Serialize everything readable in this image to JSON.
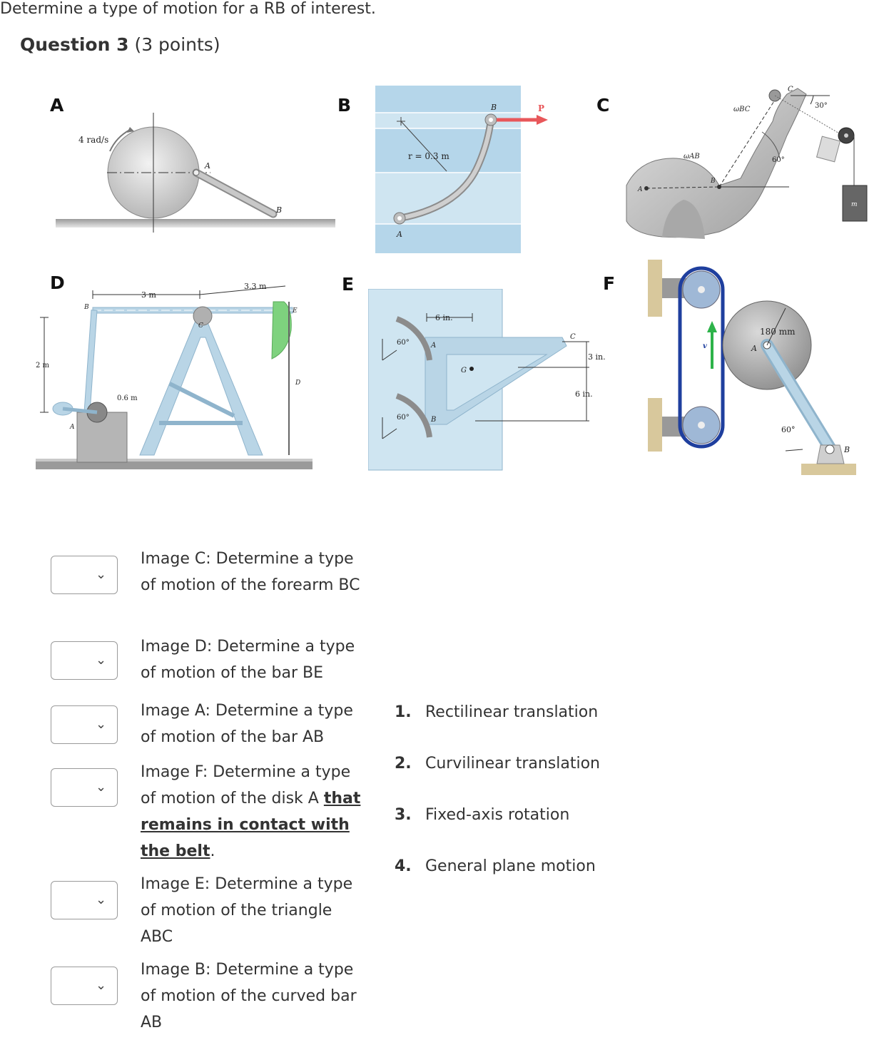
{
  "question": {
    "title": "Question 3",
    "points": "(3 points)",
    "prompt": "Determine a type of motion for a RB of interest."
  },
  "panels": {
    "a": {
      "letter": "A",
      "labels": {
        "omega": "4 rad/s",
        "pointA": "A",
        "pointB": "B"
      }
    },
    "b": {
      "letter": "B",
      "labels": {
        "radius": "r = 0.3 m",
        "pointB": "B",
        "force": "P",
        "pointA": "A"
      }
    },
    "c": {
      "letter": "C",
      "labels": {
        "omega_bc": "ωBC",
        "omega_ab": "ωAB",
        "angle30": "30°",
        "angle60": "60°",
        "pointC": "C",
        "pointB": "B",
        "pointA": "A",
        "mass": "m"
      }
    },
    "d": {
      "letter": "D",
      "labels": {
        "dim3m": "3 m",
        "dim33m": "3.3 m",
        "dim2m": "2 m",
        "dim06m": "0.6 m",
        "pointB": "B",
        "pointC": "C",
        "pointE": "E",
        "pointD": "D",
        "pointA": "A"
      }
    },
    "e": {
      "letter": "E",
      "labels": {
        "dim6in": "6 in.",
        "dim3in": "3 in.",
        "dim6in_v": "6 in.",
        "angleTop": "60°",
        "angleBottom": "60°",
        "pointA": "A",
        "pointB": "B",
        "pointC": "C",
        "pointG": "G"
      }
    },
    "f": {
      "letter": "F",
      "labels": {
        "radius": "180 mm",
        "pointA": "A",
        "pointB": "B",
        "angle": "60°",
        "velocity": "v"
      }
    }
  },
  "matching": {
    "items": [
      {
        "text_before": "Image C: Determine a type of motion of the forearm BC",
        "emphasis": "",
        "text_after": ""
      },
      {
        "text_before": "Image D: Determine a type of motion of the bar BE",
        "emphasis": "",
        "text_after": ""
      },
      {
        "text_before": "Image A: Determine a type of motion of the bar AB",
        "emphasis": "",
        "text_after": ""
      },
      {
        "text_before": "Image F: Determine a type of motion of the disk A ",
        "emphasis": "that remains in contact with the belt",
        "text_after": "."
      },
      {
        "text_before": "Image E: Determine a type of motion of the triangle ABC",
        "emphasis": "",
        "text_after": ""
      },
      {
        "text_before": "Image B: Determine a type of motion of the curved bar AB",
        "emphasis": "",
        "text_after": ""
      }
    ],
    "select_icon": "chevron-down-icon",
    "options": [
      {
        "num": "1.",
        "label": "Rectilinear translation"
      },
      {
        "num": "2.",
        "label": "Curvilinear translation"
      },
      {
        "num": "3.",
        "label": "Fixed-axis rotation"
      },
      {
        "num": "4.",
        "label": "General plane motion"
      }
    ]
  },
  "colors": {
    "steel": "#b9d5e6",
    "steel_dark": "#8fb4cc",
    "arrow_red": "#e8575a",
    "belt_blue": "#1f3f9e",
    "arrow_green": "#2db34a",
    "bucket_green": "#7ed27e"
  }
}
